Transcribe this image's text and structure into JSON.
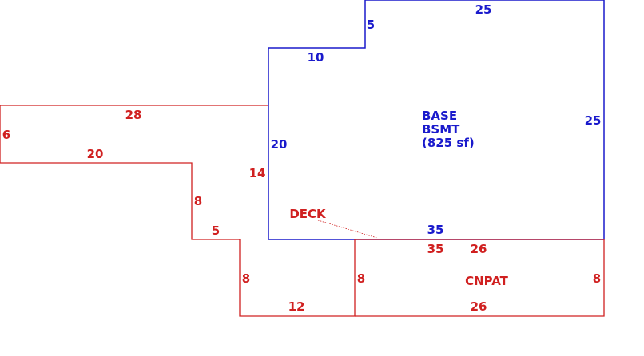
{
  "colors": {
    "base": "#1a1acc",
    "deck": "#d02020"
  },
  "base": {
    "name_line1": "BASE",
    "name_line2": "BSMT",
    "area": "(825 sf)",
    "dims": {
      "top_right": "25",
      "top_step": "5",
      "top_left": "10",
      "right": "25",
      "left": "20",
      "bottom": "35"
    }
  },
  "deck": {
    "name": "DECK",
    "dims": {
      "top": "28",
      "left": "6",
      "inner_top": "20",
      "left_upper": "14",
      "left_mid": "8",
      "step": "5",
      "left_lower": "8",
      "bottom": "12",
      "shared": "35"
    }
  },
  "cnpat": {
    "name": "CNPAT",
    "dims": {
      "top": "26",
      "left": "8",
      "right": "8",
      "bottom": "26"
    }
  }
}
